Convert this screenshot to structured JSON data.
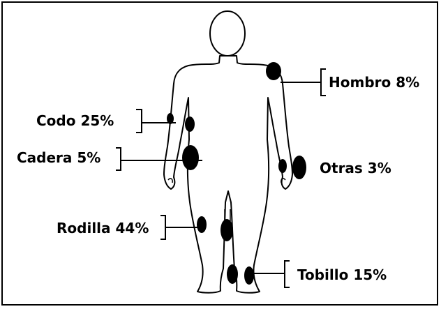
{
  "labels": {
    "hombro": "Hombro 8%",
    "codo": "Codo 25%",
    "cadera": "Cadera 5%",
    "otras": "Otras 3%",
    "rodilla": "Rodilla 44%",
    "tobillo": "Tobillo 15%"
  },
  "colors": {
    "outline": "#000000",
    "marker": "#000000",
    "background": "#ffffff"
  }
}
